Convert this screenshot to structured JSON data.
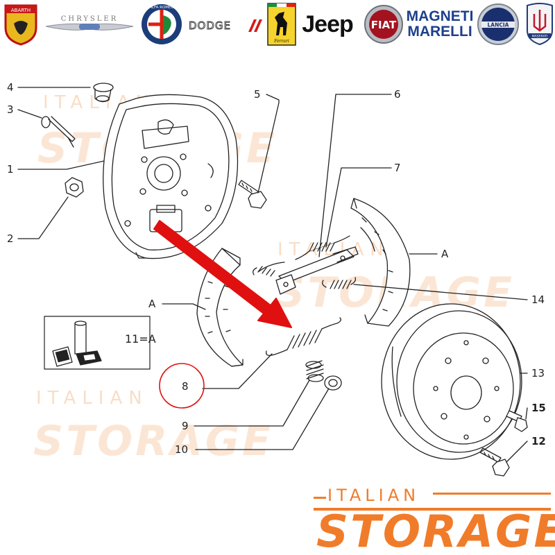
{
  "brands": {
    "abarth": "ABARTH",
    "chrysler": "CHRYSLER",
    "alfa_romeo": "ALFA ROMEO",
    "dodge": "DODGE",
    "ferrari": "Ferrari",
    "jeep": "Jeep",
    "fiat": "FIAT",
    "magneti_marelli_1": "MAGNETI",
    "magneti_marelli_2": "MARELLI",
    "lancia": "LANCIA",
    "maserati": "MASERATI"
  },
  "callouts": {
    "c1": "1",
    "c2": "2",
    "c3": "3",
    "c4": "4",
    "c5": "5",
    "c6": "6",
    "c7": "7",
    "c8": "8",
    "c9": "9",
    "c10": "10",
    "c12": "12",
    "c13": "13",
    "c14": "14",
    "c15": "15",
    "a_left": "A",
    "a_right": "A"
  },
  "inset": {
    "label": "11=A"
  },
  "watermark": {
    "italian": "ITALIAN",
    "storage": "STORAGE"
  },
  "footer_logo": {
    "italian": "ITALIAN",
    "storage": "STORAGE"
  },
  "colors": {
    "arrow": "#e01010",
    "highlight_circle": "#e01010",
    "brand_orange": "#f07c2a",
    "watermark": "#f8d2b4",
    "line": "#222222"
  }
}
